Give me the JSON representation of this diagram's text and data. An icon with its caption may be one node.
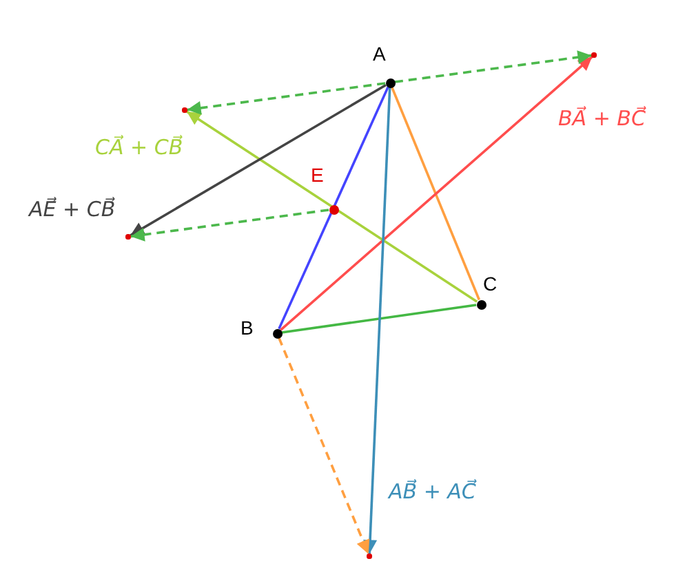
{
  "diagram": {
    "nodes": [
      {
        "text": [
          "A"
        ]
      },
      {
        "text": [
          "B"
        ]
      },
      {
        "text": [
          "C"
        ]
      },
      {
        "text": [
          "E"
        ]
      },
      {
        "text": [],
        "shape": "circle"
      },
      {
        "text": [],
        "shape": "circle"
      },
      {
        "text": [],
        "shape": "circle"
      },
      {
        "text": [],
        "shape": "circle"
      }
    ],
    "edges": [
      {
        "from": 0,
        "to": 1,
        "arrow": "none",
        "color": "#4444ff"
      },
      {
        "from": 0,
        "to": 2,
        "arrow": "none",
        "color": "#ff9f40"
      },
      {
        "from": 1,
        "to": 2,
        "arrow": "none",
        "color": "#44b844"
      },
      {
        "from": 1,
        "to": 7,
        "arrow": "to",
        "color": "#ff4d4d",
        "label": "BA⃗ + BC⃗"
      },
      {
        "from": 2,
        "to": 5,
        "arrow": "to",
        "color": "#a8d23c",
        "label": "CA⃗ + CB⃗"
      },
      {
        "from": 0,
        "to": 4,
        "arrow": "to",
        "color": "#444444",
        "label": "AE⃗ + CB⃗"
      },
      {
        "from": 0,
        "to": 6,
        "arrow": "to",
        "color": "#3d8fb8",
        "label": "AB⃗ + AC⃗"
      },
      {
        "from": 0,
        "to": 7,
        "arrow": "to",
        "style": "dashed",
        "color": "#4cb84c"
      },
      {
        "from": 0,
        "to": 5,
        "arrow": "to",
        "style": "dashed",
        "color": "#4cb84c"
      },
      {
        "from": 3,
        "to": 4,
        "arrow": "to",
        "style": "dashed",
        "color": "#4cb84c"
      },
      {
        "from": 1,
        "to": 6,
        "arrow": "to",
        "style": "dashed",
        "color": "#ff9f40"
      }
    ]
  }
}
